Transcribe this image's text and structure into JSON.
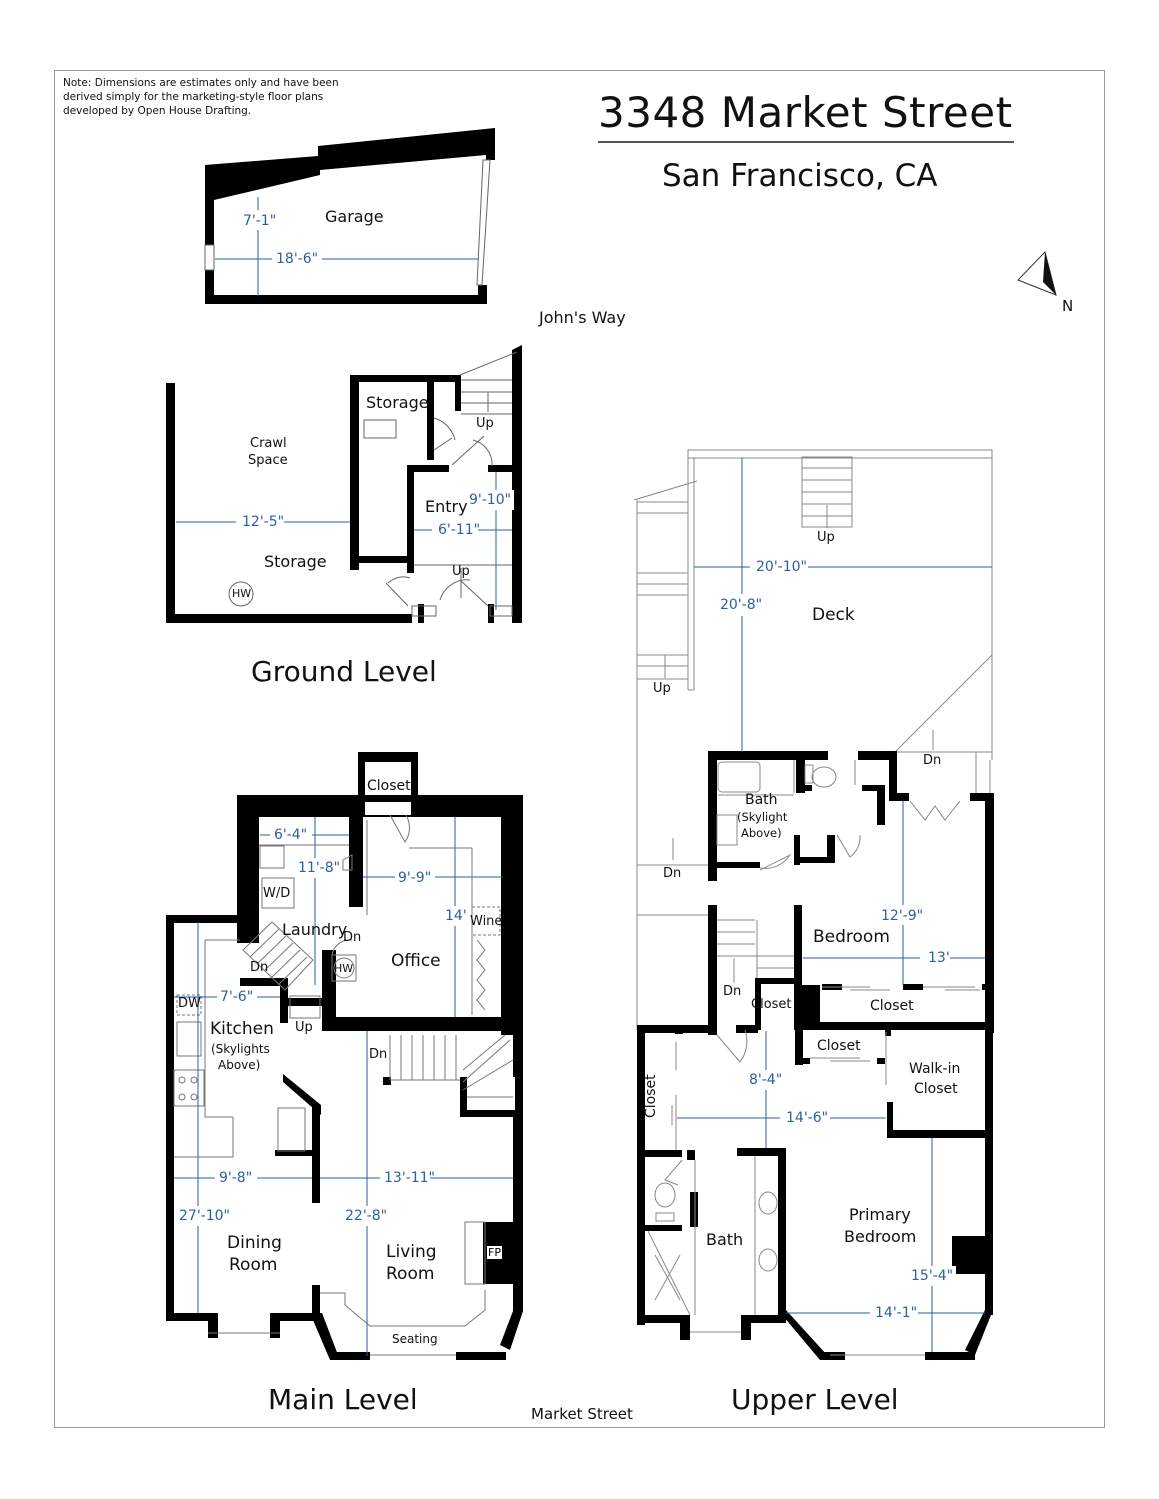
{
  "note": "Note: Dimensions are estimates only and have been derived simply for the marketing-style floor plans developed by Open House Drafting.",
  "header": {
    "title": "3348 Market Street",
    "subtitle": "San Francisco, CA"
  },
  "compass": {
    "icon": "north-arrow-icon",
    "label": "N"
  },
  "streets": {
    "rear": "John's Way",
    "front": "Market Street"
  },
  "colors": {
    "wall": "#000000",
    "dimension": "#2b5fa6",
    "frame": "#9a9a9a",
    "fixture": "#888888"
  },
  "garage": {
    "room": "Garage",
    "dims": {
      "depth": "7'-1\"",
      "width": "18'-6\""
    }
  },
  "ground_level": {
    "label": "Ground Level",
    "rooms": {
      "crawl": "Crawl",
      "crawl2": "Space",
      "storage_small": "Storage",
      "storage_large": "Storage",
      "entry": "Entry",
      "hw": "HW"
    },
    "stairs": {
      "up1": "Up",
      "up2": "Up"
    },
    "dims": {
      "storage_width": "12'-5\"",
      "entry_width": "6'-11\"",
      "entry_depth": "9'-10\""
    }
  },
  "main_level": {
    "label": "Main Level",
    "rooms": {
      "closet": "Closet",
      "laundry": "Laundry",
      "wd": "W/D",
      "office": "Office",
      "wine": "Wine",
      "hw": "HW",
      "kitchen": "Kitchen",
      "kitchen_note1": "(Skylights",
      "kitchen_note2": "Above)",
      "dw": "DW",
      "dining1": "Dining",
      "dining2": "Room",
      "living1": "Living",
      "living2": "Room",
      "fp": "FP",
      "seating": "Seating"
    },
    "stairs": {
      "dn_laundry": "Dn",
      "dn_office": "Dn",
      "up_kitchen": "Up",
      "dn_living": "Dn"
    },
    "dims": {
      "laundry_width": "6'-4\"",
      "laundry_depth": "11'-8\"",
      "office_width": "9'-9\"",
      "office_depth": "14'",
      "kitchen_width": "7'-6\"",
      "dining_width": "9'-8\"",
      "living_width": "13'-11\"",
      "dining_depth": "27'-10\"",
      "living_depth": "22'-8\""
    }
  },
  "upper_level": {
    "label": "Upper Level",
    "rooms": {
      "deck": "Deck",
      "bath1": "Bath",
      "bath1_note1": "(Skylight",
      "bath1_note2": "Above)",
      "bedroom": "Bedroom",
      "closet_hall": "Closet",
      "closet_bed": "Closet",
      "closet_primary": "Closet",
      "closet_side": "Closet",
      "walkin1": "Walk-in",
      "walkin2": "Closet",
      "bath2": "Bath",
      "primary1": "Primary",
      "primary2": "Bedroom"
    },
    "stairs": {
      "up_deck_top": "Up",
      "up_deck_left": "Up",
      "dn_deck_right": "Dn",
      "dn_side": "Dn",
      "dn_hall": "Dn"
    },
    "dims": {
      "deck_width": "20'-10\"",
      "deck_depth": "20'-8\"",
      "bedroom_depth": "12'-9\"",
      "bedroom_width": "13'",
      "hall_depth": "8'-4\"",
      "hall_width": "14'-6\"",
      "primary_depth": "15'-4\"",
      "primary_width": "14'-1\""
    }
  }
}
